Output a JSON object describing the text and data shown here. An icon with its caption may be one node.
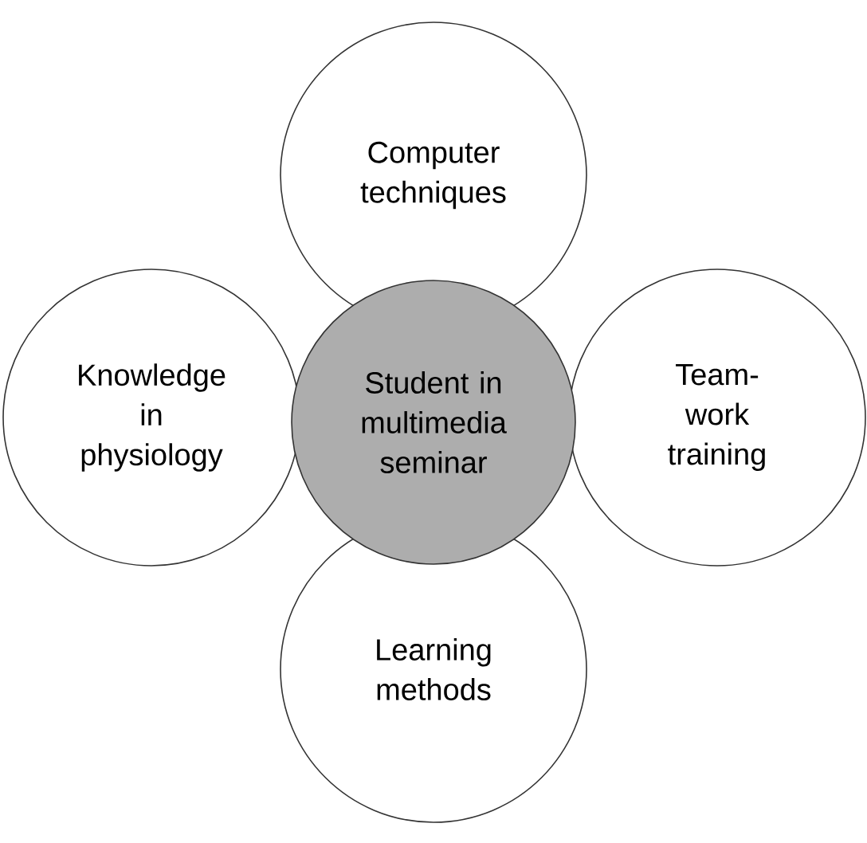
{
  "diagram": {
    "nodes": [
      {
        "text": [
          "Computer techniques"
        ]
      },
      {
        "text": [
          "Knowledge in physiology"
        ]
      },
      {
        "text": [
          "Student in multimedia seminar"
        ]
      },
      {
        "text": [
          "Team-work training"
        ]
      },
      {
        "text": [
          "Learning methods"
        ]
      }
    ]
  }
}
